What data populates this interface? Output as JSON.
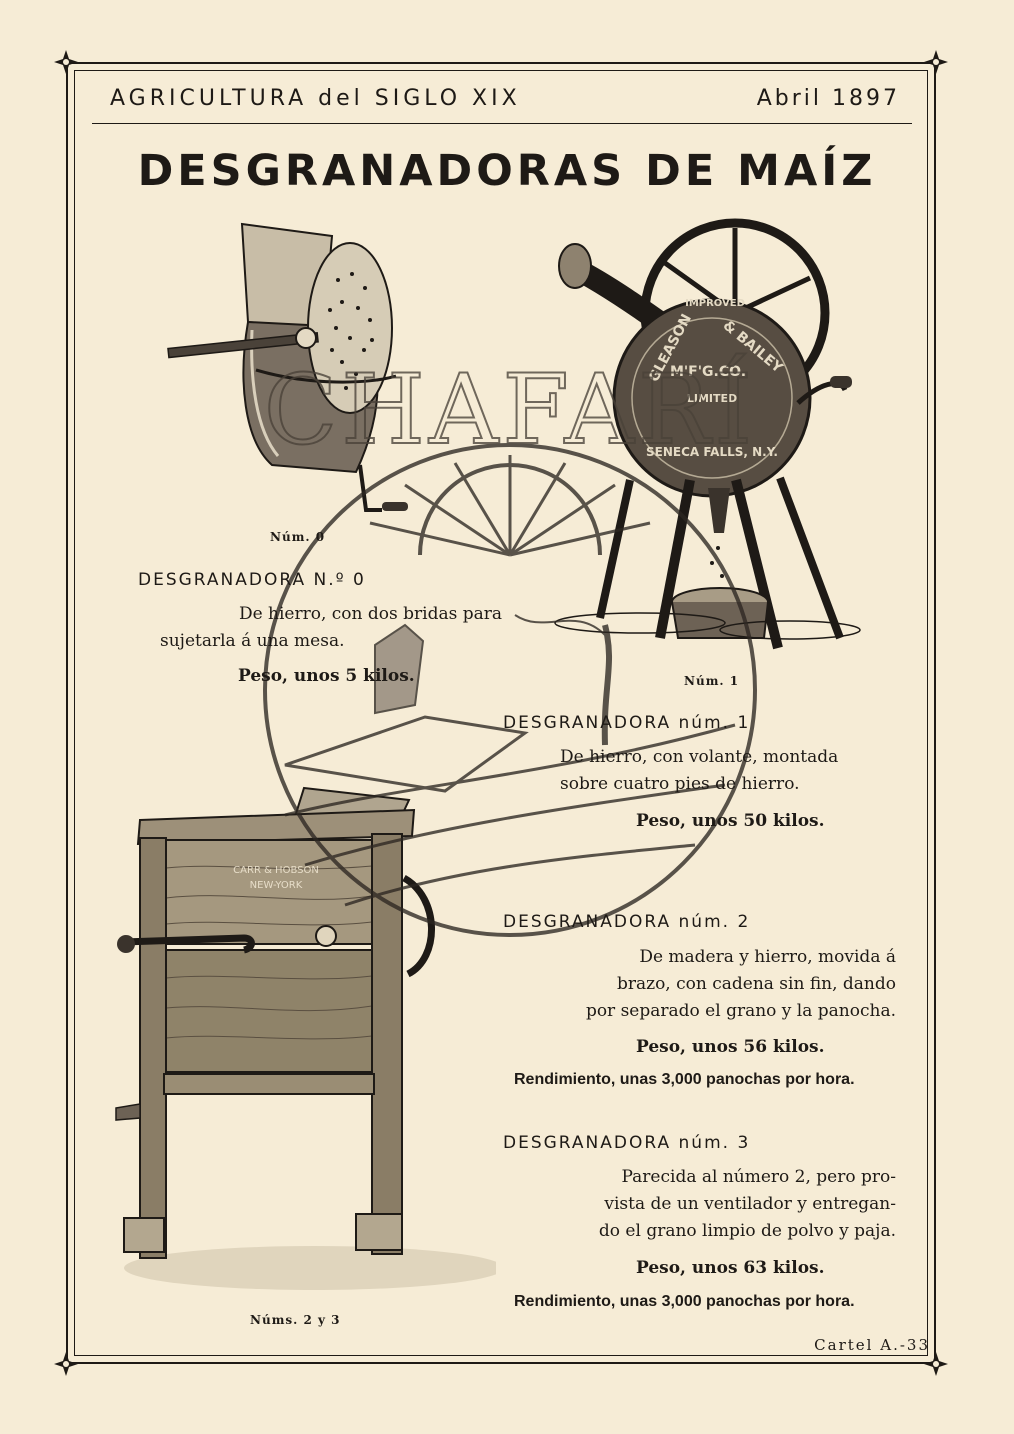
{
  "header": {
    "publication": "AGRICULTURA del SIGLO XIX",
    "date": "Abril 1897"
  },
  "title": "DESGRANADORAS DE MAÍZ",
  "watermark": {
    "brand": "CHAFARÍ"
  },
  "machine1": {
    "plate": [
      "GLEASON",
      "& BAILEY",
      "M'F'G.CO.",
      "LIMITED",
      "SENECA FALLS, N.Y.",
      "IMPROVED"
    ]
  },
  "machine23": {
    "maker": [
      "CARR & HOBSON",
      "NEW-YORK"
    ]
  },
  "captions": {
    "n0": "Núm. 0",
    "n1": "Núm. 1",
    "n23": "Núms. 2 y 3"
  },
  "items": [
    {
      "heading": "DESGRANADORA N.º 0",
      "lines": [
        "De hierro, con dos bridas para",
        "sujetarla á una mesa."
      ],
      "weight": "Peso, unos 5 kilos."
    },
    {
      "heading": "DESGRANADORA núm. 1",
      "lines": [
        "De hierro, con volante, montada",
        "sobre cuatro pies de hierro."
      ],
      "weight": "Peso, unos 50 kilos."
    },
    {
      "heading": "DESGRANADORA núm. 2",
      "lines": [
        "De madera y hierro, movida á",
        "brazo, con cadena sin fin, dando",
        "por separado el grano y la panocha."
      ],
      "weight": "Peso, unos 56 kilos.",
      "yield": "Rendimiento, unas 3,000 panochas por hora."
    },
    {
      "heading": "DESGRANADORA núm. 3",
      "lines": [
        "Parecida al número 2, pero pro-",
        "vista de un ventilador y entregan-",
        "do el grano limpio de polvo y paja."
      ],
      "weight": "Peso, unos 63 kilos.",
      "yield": "Rendimiento, unas 3,000 panochas por hora."
    }
  ],
  "footer": {
    "code": "Cartel A.-33"
  }
}
